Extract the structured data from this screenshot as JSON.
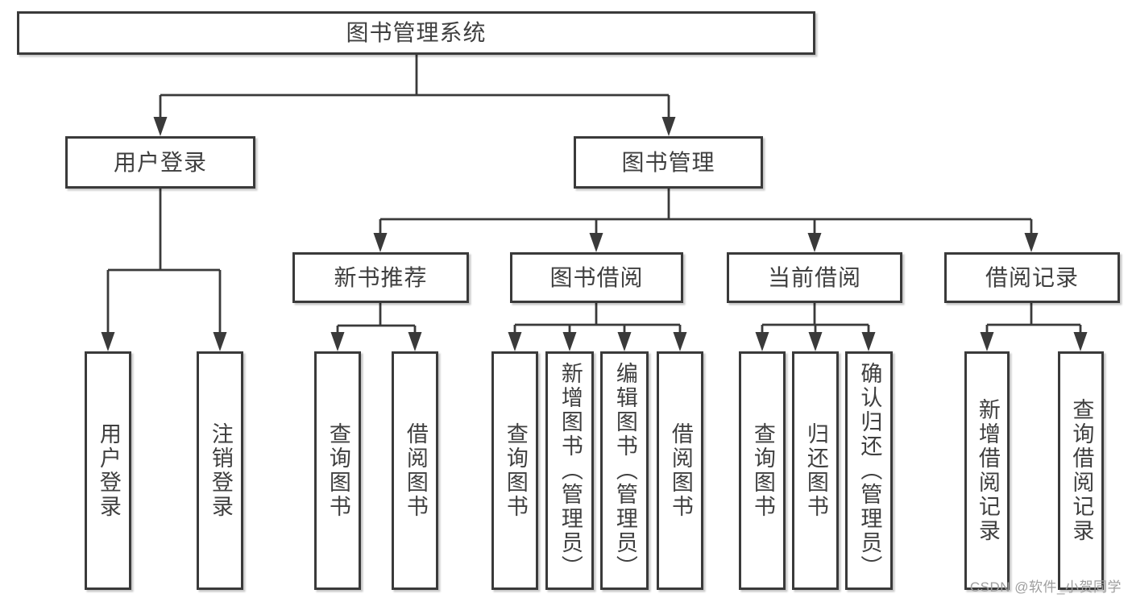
{
  "diagram": {
    "root": {
      "id": "library-management-system",
      "label": "图书管理系统"
    },
    "branches": [
      {
        "id": "user-login",
        "label": "用户登录",
        "children": [
          {
            "id": "user-login-leaf",
            "label": "用户登录"
          },
          {
            "id": "logout",
            "label": "注销登录"
          }
        ]
      },
      {
        "id": "book-management",
        "label": "图书管理",
        "children": [
          {
            "id": "new-book-recommendation",
            "label": "新书推荐",
            "children": [
              {
                "id": "query-books",
                "label": "查询图书"
              },
              {
                "id": "borrow-books",
                "label": "借阅图书"
              }
            ]
          },
          {
            "id": "book-borrowing",
            "label": "图书借阅",
            "children": [
              {
                "id": "query-books",
                "label": "查询图书"
              },
              {
                "id": "add-books-admin",
                "label": "新增图书（管理员）"
              },
              {
                "id": "edit-books-admin",
                "label": "编辑图书（管理员）"
              },
              {
                "id": "borrow-books",
                "label": "借阅图书"
              }
            ]
          },
          {
            "id": "current-borrowing",
            "label": "当前借阅",
            "children": [
              {
                "id": "query-books",
                "label": "查询图书"
              },
              {
                "id": "return-books",
                "label": "归还图书"
              },
              {
                "id": "confirm-return-admin",
                "label": "确认归还（管理员）"
              }
            ]
          },
          {
            "id": "borrowing-records",
            "label": "借阅记录",
            "children": [
              {
                "id": "add-borrow-record",
                "label": "新增借阅记录"
              },
              {
                "id": "query-borrow-record",
                "label": "查询借阅记录"
              }
            ]
          }
        ]
      }
    ]
  },
  "watermark": {
    "text": "CSDN @软件_小贺同学",
    "color": "#9e9e9e"
  },
  "style": {
    "line_color": "#3a3a3a",
    "box_border_color": "#3a3a3a",
    "text_color": "#3f3f3f",
    "background": "#ffffff"
  }
}
